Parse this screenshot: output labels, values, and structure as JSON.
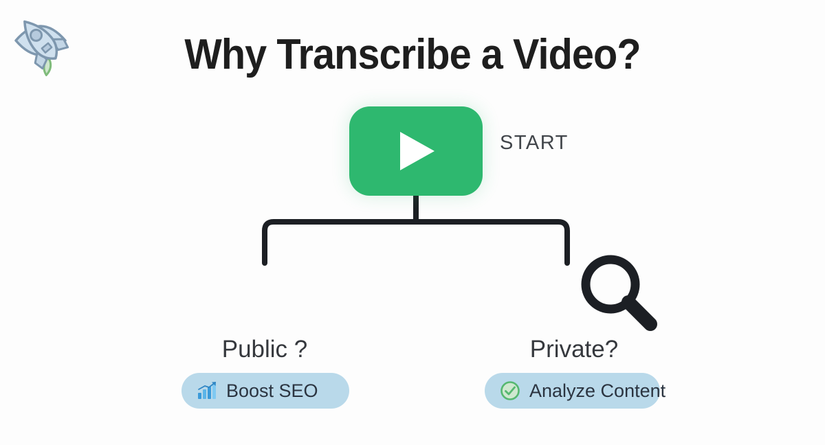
{
  "page": {
    "title": "Why Transcribe a Video?",
    "background_color": "#fdfdfd",
    "title_color": "#1e1e1e"
  },
  "diagram": {
    "type": "decision-flowchart",
    "start_node": {
      "label": "START",
      "icon": "play-button-icon",
      "shape": "rounded-rectangle",
      "fill_color": "#2eb86f",
      "glyph_color": "#ffffff"
    },
    "connector": {
      "color": "#1c1f24",
      "stroke_width": 8,
      "style": "orthogonal-rounded"
    },
    "branches": [
      {
        "id": "public",
        "label": "Public ?",
        "icon": "eye-icon",
        "circle_color": "#bcd8ec",
        "icon_color": "#7e97ae",
        "outcome": {
          "label": "Boost SEO",
          "icon": "bar-chart-growth-icon",
          "pill_color": "#b9d9ea",
          "icon_color": "#3a9ad9",
          "text_color": "#2b3440"
        }
      },
      {
        "id": "private",
        "label": "Private?",
        "icon": "rocket-icon",
        "circle_color": "#bcd8ec",
        "icon_color": "#7e97ae",
        "overlay_icon": "magnifying-glass-icon",
        "overlay_icon_color": "#1c1f24",
        "outcome": {
          "label": "Analyze Content",
          "icon": "check-circle-icon",
          "pill_color": "#b9d9ea",
          "icon_color": "#56b870",
          "text_color": "#2b3440"
        }
      }
    ]
  }
}
